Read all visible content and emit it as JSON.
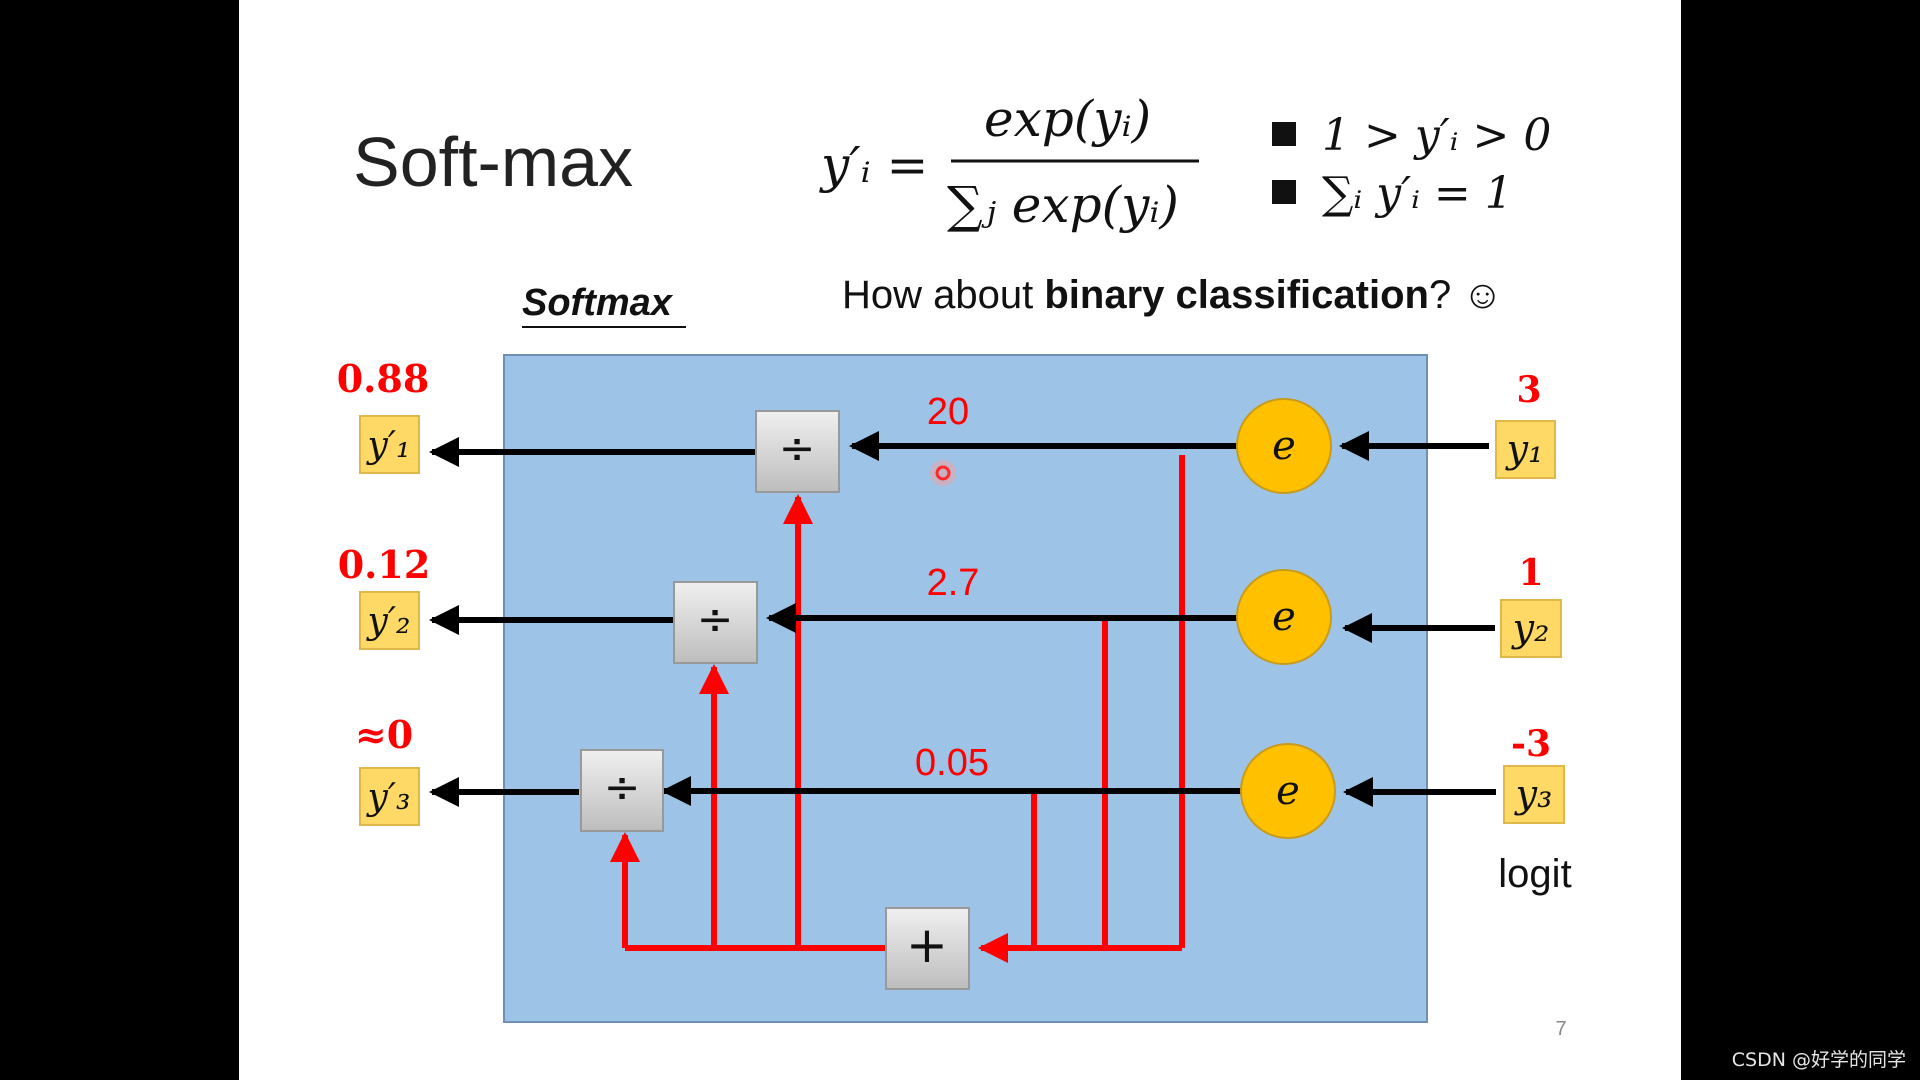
{
  "slide": {
    "title": "Soft-max",
    "page_number": "7"
  },
  "formula": {
    "lhs": "y′ᵢ =",
    "numerator": "exp(yᵢ)",
    "denominator": "∑ⱼ exp(yᵢ)",
    "properties": [
      "1 > y′ᵢ > 0",
      "∑ᵢ y′ᵢ  = 1"
    ]
  },
  "question": {
    "prefix": "How about ",
    "bold": "binary classification",
    "suffix": "? ☺"
  },
  "diagram": {
    "box_label": "Softmax",
    "exp_symbol": "e",
    "divide_symbol": "÷",
    "sum_symbol": "+",
    "rows": [
      {
        "input_label": "y₁",
        "logit": "3",
        "exp_value": "20",
        "output_label": "y′₁",
        "output_value": "0.88"
      },
      {
        "input_label": "y₂",
        "logit": "1",
        "exp_value": "2.7",
        "output_label": "y′₂",
        "output_value": "0.12"
      },
      {
        "input_label": "y₃",
        "logit": "-3",
        "exp_value": "0.05",
        "output_label": "y′₃",
        "output_value": "≈0"
      }
    ],
    "input_caption": "logit"
  },
  "colors": {
    "box_fill": "#9dc3e6",
    "exp_node": "#ffc000",
    "arrow_black": "#000000",
    "arrow_red": "#ff0000",
    "value_red": "#ff0000",
    "label_fill": "#ffd966"
  },
  "watermark": "CSDN @好学的同学"
}
